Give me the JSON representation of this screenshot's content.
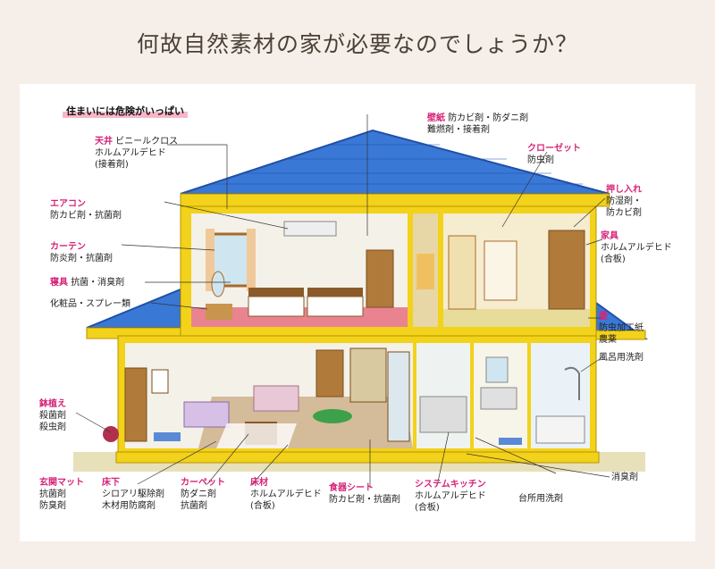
{
  "title": "何故自然素材の家が必要なのでしょうか？",
  "heading": "住まいには危険がいっぱい",
  "labels": [
    {
      "id": "ceiling",
      "name": "天井",
      "lines": [
        "ビニールクロス",
        "ホルムアルデヒド",
        "(接着剤)"
      ]
    },
    {
      "id": "aircon",
      "name": "エアコン",
      "lines": [
        "防カビ剤・抗菌剤"
      ]
    },
    {
      "id": "curtain",
      "name": "カーテン",
      "lines": [
        "防炎剤・抗菌剤"
      ]
    },
    {
      "id": "bedding",
      "name": "寝具",
      "lines": [
        "抗菌・消臭剤"
      ]
    },
    {
      "id": "cosmetics",
      "name": "",
      "lines": [
        "化粧品・スプレー類"
      ]
    },
    {
      "id": "wall",
      "name": "壁紙",
      "lines": [
        "防カビ剤・防ダニ剤",
        "難燃剤・接着剤"
      ]
    },
    {
      "id": "closet",
      "name": "クローゼット",
      "lines": [
        "防虫剤"
      ]
    },
    {
      "id": "oshiire",
      "name": "押し入れ",
      "lines": [
        "防湿剤・",
        "防カビ剤"
      ]
    },
    {
      "id": "furniture",
      "name": "家具",
      "lines": [
        "ホルムアルデヒド",
        "(合板)"
      ]
    },
    {
      "id": "tatami",
      "name": "畳",
      "lines": [
        "防虫加工紙",
        "農薬"
      ]
    },
    {
      "id": "bath",
      "name": "",
      "lines": [
        "風呂用洗剤"
      ]
    },
    {
      "id": "plant",
      "name": "鉢植え",
      "lines": [
        "殺菌剤",
        "殺虫剤"
      ]
    },
    {
      "id": "entrance",
      "name": "玄関マット",
      "lines": [
        "抗菌剤",
        "防臭剤"
      ]
    },
    {
      "id": "underfloor",
      "name": "床下",
      "lines": [
        "シロアリ駆除剤",
        "木材用防腐剤"
      ]
    },
    {
      "id": "carpet",
      "name": "カーペット",
      "lines": [
        "防ダニ剤",
        "抗菌剤"
      ]
    },
    {
      "id": "flooring",
      "name": "床材",
      "lines": [
        "ホルムアルデヒド",
        "(合板)"
      ]
    },
    {
      "id": "dishmat",
      "name": "食器シート",
      "lines": [
        "防カビ剤・抗菌剤"
      ]
    },
    {
      "id": "kitchen",
      "name": "システムキッチン",
      "lines": [
        "ホルムアルデヒド",
        "(合板)"
      ]
    },
    {
      "id": "deodorant",
      "name": "",
      "lines": [
        "消臭剤"
      ]
    },
    {
      "id": "kitchendet",
      "name": "",
      "lines": [
        "台所用洗剤"
      ]
    }
  ],
  "colors": {
    "roof": "#3a78d6",
    "roof_dark": "#1f4fa8",
    "frame": "#f2d21a",
    "frame_dark": "#b89400",
    "label_accent": "#d6247a",
    "wood": "#a86a2a",
    "floor_upper": "#e9838f",
    "background": "#f6efe9"
  }
}
